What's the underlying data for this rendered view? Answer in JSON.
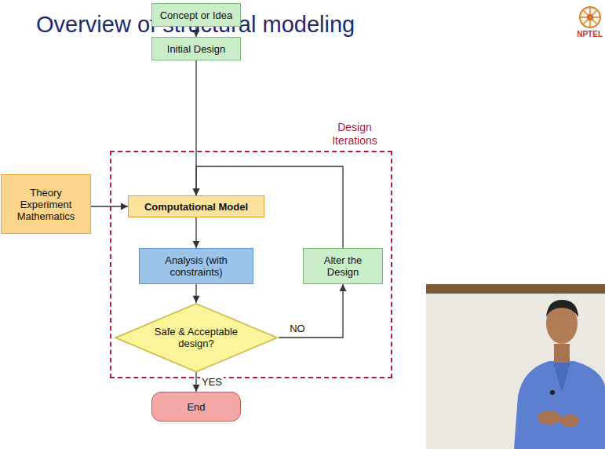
{
  "diagram": {
    "title": "Overview of structural modeling",
    "nodes": [
      {
        "text": [
          "Concept or Idea"
        ]
      },
      {
        "text": [
          "Initial Design"
        ]
      },
      {
        "text": [
          "Design Iterations"
        ]
      },
      {
        "text": [
          "Theory Experiment Mathematics"
        ]
      },
      {
        "text": [
          "Computational Model"
        ],
        "in": 2
      },
      {
        "text": [
          "Analysis (with constraints)"
        ],
        "in": 2
      },
      {
        "text": [
          "Alter the Design"
        ],
        "in": 2
      },
      {
        "text": [
          "Safe & Acceptable design?"
        ],
        "in": 2
      },
      {
        "text": [
          "End"
        ]
      }
    ],
    "edges": [
      {
        "from": 0,
        "to": 1,
        "arrow": "to"
      },
      {
        "from": 1,
        "to": 4,
        "arrow": "to"
      },
      {
        "from": 3,
        "to": 4,
        "arrow": "to"
      },
      {
        "from": 4,
        "to": 5,
        "arrow": "to"
      },
      {
        "from": 5,
        "to": 7,
        "arrow": "to"
      },
      {
        "from": 7,
        "to": 6,
        "label": "NO",
        "arrow": "to"
      },
      {
        "from": 6,
        "to": 4,
        "arrow": "to"
      },
      {
        "from": 7,
        "to": 8,
        "label": "YES",
        "arrow": "to"
      }
    ],
    "labels": [
      "NPTEL"
    ]
  }
}
